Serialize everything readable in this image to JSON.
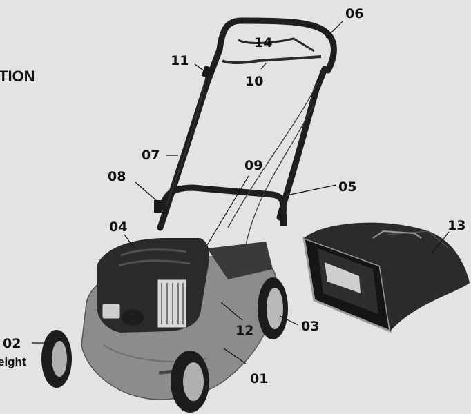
{
  "heading_fragment": "TION",
  "caption_fragment": "eight",
  "callouts": [
    {
      "id": "01",
      "text": "01"
    },
    {
      "id": "02",
      "text": "02"
    },
    {
      "id": "03",
      "text": "03"
    },
    {
      "id": "04",
      "text": "04"
    },
    {
      "id": "05",
      "text": "05"
    },
    {
      "id": "06",
      "text": "06"
    },
    {
      "id": "07",
      "text": "07"
    },
    {
      "id": "08",
      "text": "08"
    },
    {
      "id": "09",
      "text": "09"
    },
    {
      "id": "10",
      "text": "10"
    },
    {
      "id": "11",
      "text": "11"
    },
    {
      "id": "12",
      "text": "12"
    },
    {
      "id": "13",
      "text": "13"
    },
    {
      "id": "14",
      "text": "14"
    }
  ],
  "colors": {
    "background": "#e3e3e3",
    "deck": "#8c8c8c",
    "engine": "#2a2a2a",
    "handle": "#1e1e1e",
    "wheel_tyre": "#1c1c1c",
    "wheel_hub": "#b0b0b0",
    "grass_bag": "#2b2b2b",
    "text": "#111111"
  }
}
